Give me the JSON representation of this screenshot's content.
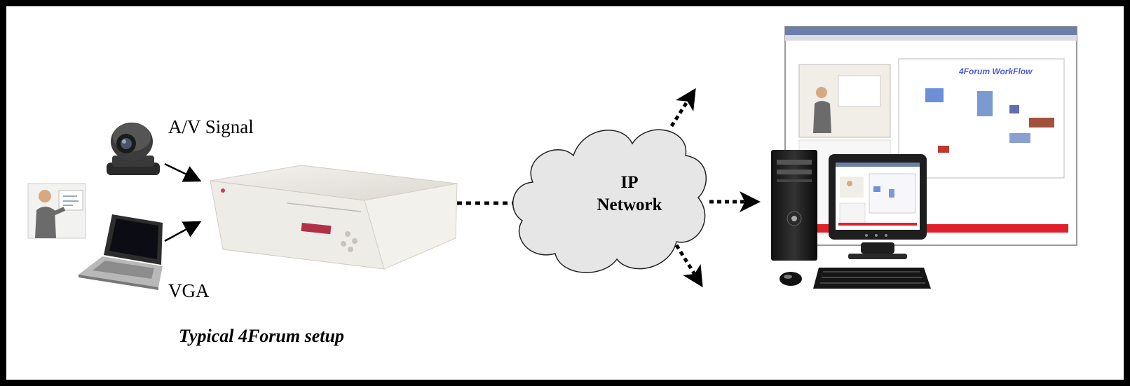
{
  "labels": {
    "av_signal": "A/V Signal",
    "vga": "VGA",
    "ip_line1": "IP",
    "ip_line2": "Network"
  },
  "caption": "Typical 4Forum setup",
  "screen": {
    "title": "4Forum WorkFlow"
  },
  "colors": {
    "frame": "#000000",
    "cloud_fill": "#e6e6e6",
    "accent_red": "#e0202a",
    "device_body": "#ecebe7",
    "lcd_red": "#b03048"
  }
}
